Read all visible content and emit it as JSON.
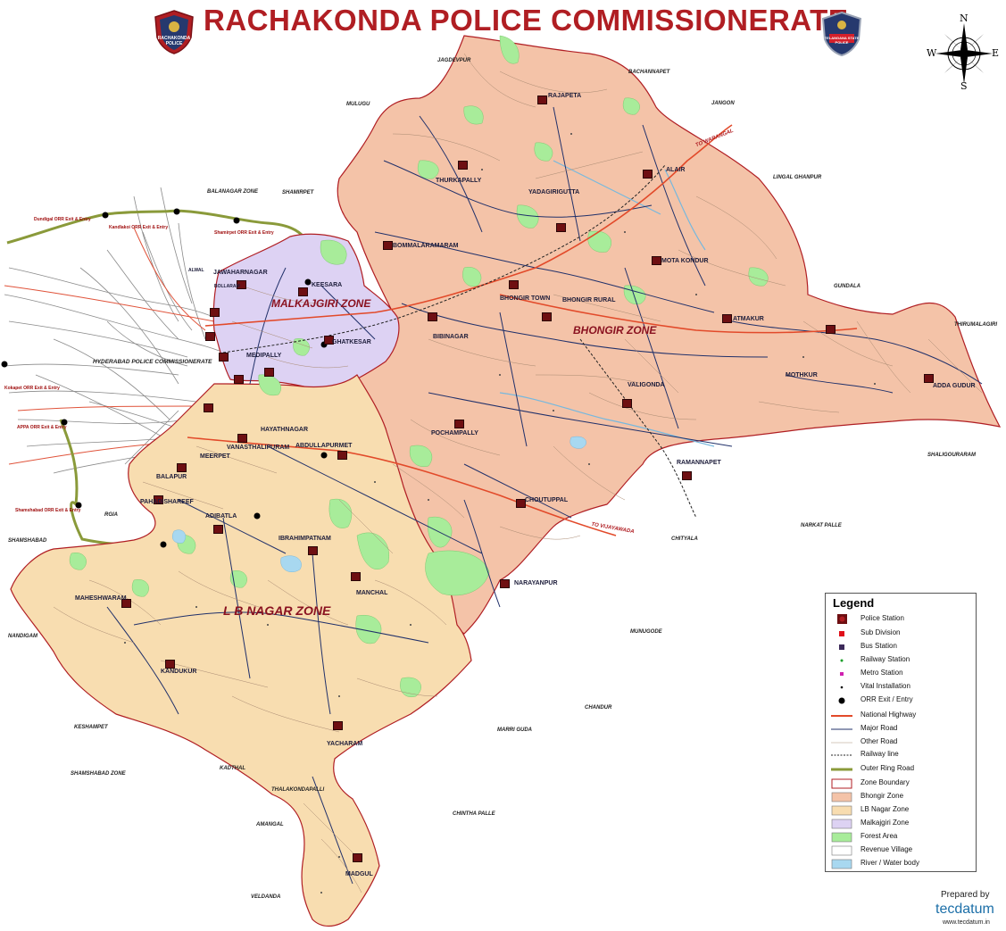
{
  "title": "RACHAKONDA POLICE COMMISSIONERATE",
  "emblems": {
    "left": "RACHAKONDA POLICE",
    "right": "TELANGANA STATE POLICE"
  },
  "compass": {
    "n": "N",
    "s": "S",
    "e": "E",
    "w": "W"
  },
  "zones": [
    "MALKAJGIRI ZONE",
    "BHONGIR ZONE",
    "L B NAGAR ZONE"
  ],
  "colors": {
    "bhongir_zone": "#f4c3a8",
    "lb_nagar_zone": "#f8ddb0",
    "malkajgiri_zone": "#ddd2f3",
    "forest": "#a8ec9a",
    "water": "#a8d8f0",
    "zone_boundary": "#b01e23",
    "national_highway": "#e24a2a",
    "outer_ring_road": "#8a9a3a",
    "title": "#b01e23"
  },
  "outside_areas": {
    "hyderabad": "HYDERABAD POLICE COMMISSIONERATE",
    "balanagar": "BALANAGAR ZONE",
    "shamirpet": "SHAMIRPET",
    "jagdevpur": "JAGDEVPUR",
    "mulugu": "MULUGU",
    "bachannapet": "BACHANNAPET",
    "jangon": "JANGON",
    "lingal_ghanpur": "LINGAL GHANPUR",
    "gundala": "GUNDALA",
    "thirumalagiri": "THIRUMALAGIRI",
    "shaligouraram": "SHALIGOURARAM",
    "narkat_palle": "NARKAT PALLE",
    "chityala": "CHITYALA",
    "munugode": "MUNUGODE",
    "chandur": "CHANDUR",
    "marri_guda": "MARRI GUDA",
    "chintha_palle": "CHINTHA PALLE",
    "nandigam": "NANDIGAM",
    "keshampet": "KESHAMPET",
    "shamshabad_zone": "SHAMSHABAD ZONE",
    "kadthal": "KADTHAL",
    "thalakondapalli": "THALAKONDAPALLI",
    "amangal": "AMANGAL",
    "veldanda": "VELDANDA",
    "shamshabad": "SHAMSHABAD",
    "rgia": "RGIA",
    "to_warangal": "TO WARANGAL",
    "to_vijayawada": "TO VIJAYAWADA"
  },
  "police_stations": {
    "rajapeta": "RAJAPETA",
    "thurkapally": "THURKAPALLY",
    "yadagirigutta": "YADAGIRIGUTTA",
    "alair": "ALAIR",
    "bommalaramaram": "BOMMALARAMARAM",
    "mota_kondur": "MOTA KONDUR",
    "bhongir_town": "BHONGIR TOWN",
    "bhongir_rural": "BHONGIR RURAL",
    "atmakur": "ATMAKUR",
    "bibinagar": "BIBINAGAR",
    "mothkur": "MOTHKUR",
    "adda_gudur": "ADDA GUDUR",
    "valigonda": "VALIGONDA",
    "pochampally": "POCHAMPALLY",
    "ramannapet": "RAMANNAPET",
    "choutuppal": "CHOUTUPPAL",
    "narayanpur": "NARAYANPUR",
    "jawaharnagar": "JAWAHARNAGAR",
    "keesara": "KEESARA",
    "ghatkesar": "GHATKESAR",
    "medipally": "MEDIPALLY",
    "abdullapurmet": "ABDULLAPURMET",
    "vanasthalipuram": "VANASTHALIPURAM",
    "meerpet": "MEERPET",
    "balapur": "BALAPUR",
    "pahadishareef": "PAHADISHAREEF",
    "adibatla": "ADIBATLA",
    "ibrahimpatnam": "IBRAHIMPATNAM",
    "maheshwaram": "MAHESHWARAM",
    "manchal": "MANCHAL",
    "kandukur": "KANDUKUR",
    "yacharam": "YACHARAM",
    "madgul": "MADGUL",
    "hayathnagar": "HAYATHNAGAR",
    "alwal": "ALWAL",
    "bollaram": "BOLLARAM"
  },
  "orr_exits": {
    "kandlakoi": "Kandlakoi ORR Exit & Entry",
    "shamirpet": "Shamirpet ORR Exit & Entry",
    "dundigal": "Dundigal ORR Exit & Entry",
    "kokapet": "Kokapet ORR Exit & Entry",
    "appa": "APPA ORR Exit & Entry",
    "shamshabad": "Shamshabad ORR Exit & Entry"
  },
  "legend": {
    "title": "Legend",
    "items": [
      {
        "label": "Police Station",
        "kind": "police-station"
      },
      {
        "label": "Sub Division",
        "kind": "square-red"
      },
      {
        "label": "Bus Station",
        "kind": "square-purple"
      },
      {
        "label": "Railway Station",
        "kind": "dot-green"
      },
      {
        "label": "Metro Station",
        "kind": "square-magenta"
      },
      {
        "label": "Vital Installation",
        "kind": "dot-black-small"
      },
      {
        "label": "ORR Exit / Entry",
        "kind": "dot-black"
      },
      {
        "label": "National Highway",
        "kind": "line-red"
      },
      {
        "label": "Major Road",
        "kind": "line-dark"
      },
      {
        "label": "Other Road",
        "kind": "line-light"
      },
      {
        "label": "Railway line",
        "kind": "line-dashed"
      },
      {
        "label": "Outer Ring Road",
        "kind": "line-olive"
      },
      {
        "label": "Zone Boundary",
        "kind": "box-outline"
      },
      {
        "label": "Bhongir Zone",
        "kind": "box-bhongir"
      },
      {
        "label": "LB Nagar Zone",
        "kind": "box-lb"
      },
      {
        "label": "Malkajgiri Zone",
        "kind": "box-malkajgiri"
      },
      {
        "label": "Forest Area",
        "kind": "box-forest"
      },
      {
        "label": "Revenue Village",
        "kind": "box-village"
      },
      {
        "label": "River / Water body",
        "kind": "box-water"
      }
    ]
  },
  "credits": {
    "prepared_by": "Prepared by",
    "brand": "tecdatum",
    "url": "www.tecdatum.in"
  }
}
